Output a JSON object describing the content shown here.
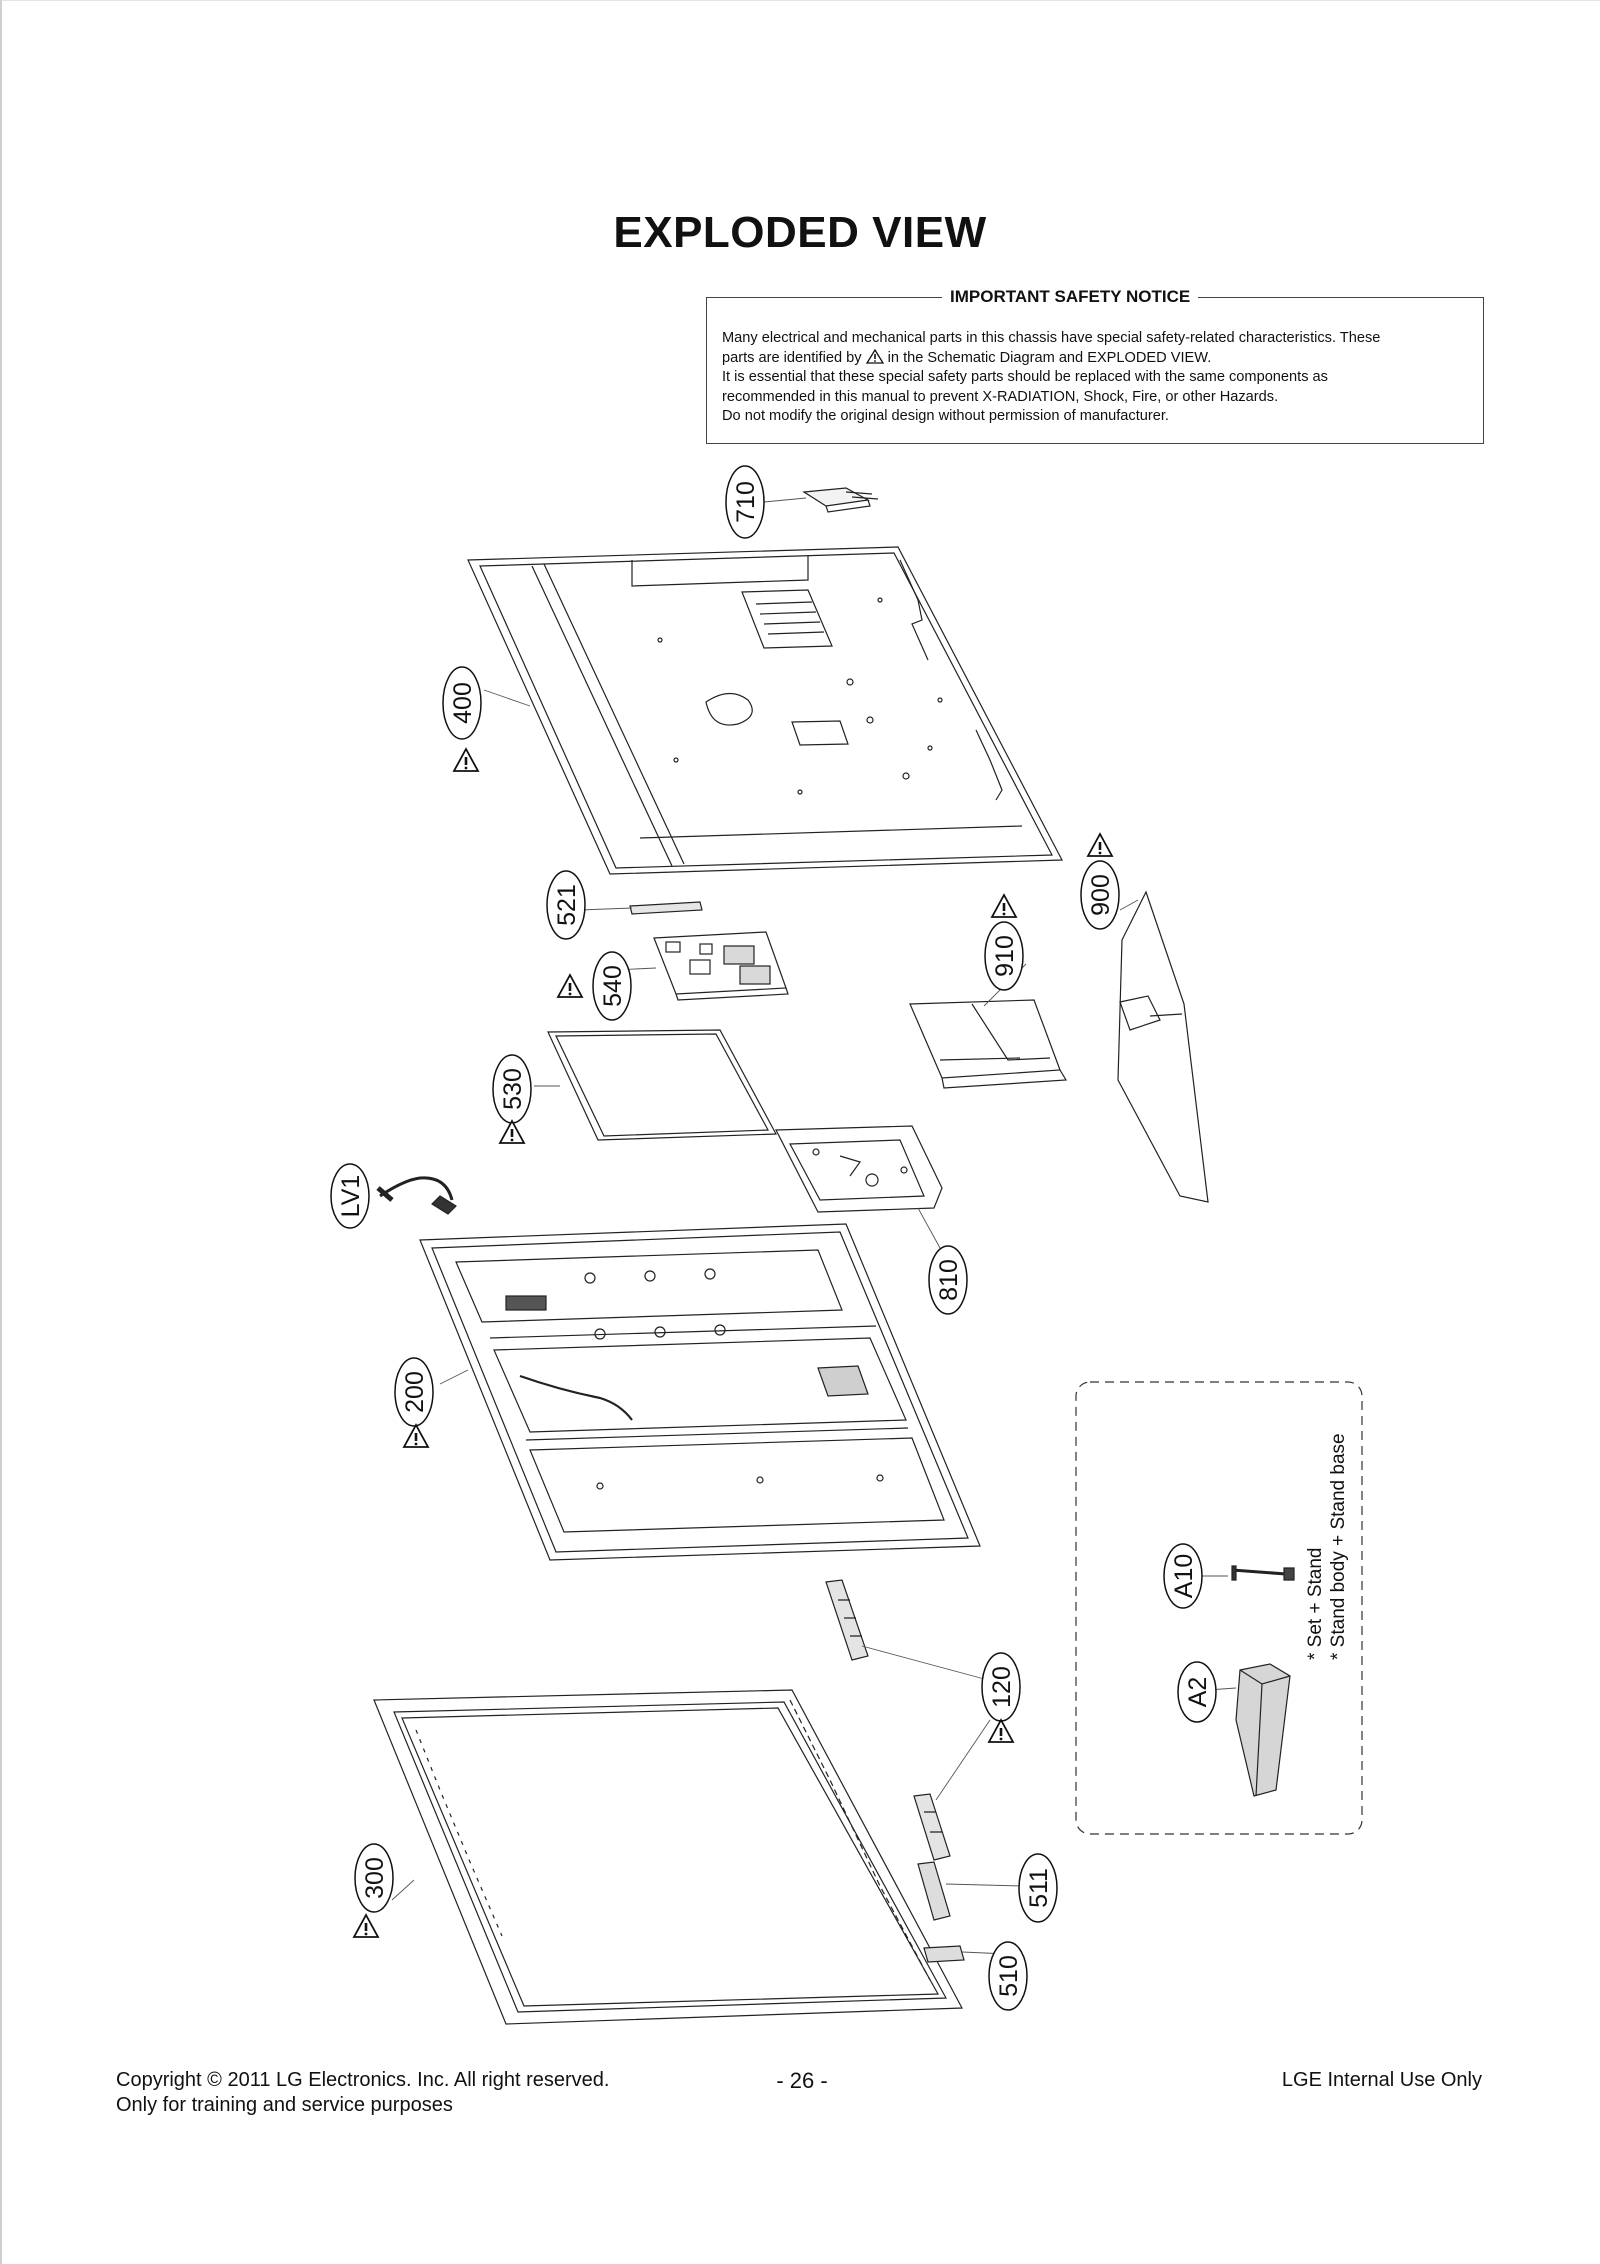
{
  "document": {
    "title": "EXPLODED VIEW"
  },
  "safety_notice": {
    "heading": "IMPORTANT SAFETY NOTICE",
    "line1": "Many electrical and mechanical parts in this chassis have special safety-related characteristics. These",
    "line2_pre": "parts are identified by",
    "line2_post": "in the Schematic Diagram and EXPLODED VIEW.",
    "line3": "It is essential that these special safety parts should be replaced with the same components as",
    "line4": "recommended in this manual to prevent X-RADIATION, Shock, Fire, or other Hazards.",
    "line5": "Do not modify the original design without permission of manufacturer."
  },
  "part_labels": {
    "p710": "710",
    "p400": "400",
    "p521": "521",
    "p540": "540",
    "p530": "530",
    "pLV1": "LV1",
    "p910": "910",
    "p900": "900",
    "p810": "810",
    "p200": "200",
    "p120": "120",
    "p300": "300",
    "p511": "511",
    "p510": "510",
    "pA10": "A10",
    "pA2": "A2"
  },
  "stand_note": {
    "line1": "* Set + Stand",
    "line2": "* Stand body + Stand base"
  },
  "footer": {
    "copyright": "Copyright  © 2011 LG Electronics. Inc. All right reserved.",
    "purpose": "Only for training and service purposes",
    "page_number": "- 26 -",
    "internal": "LGE Internal Use Only"
  }
}
